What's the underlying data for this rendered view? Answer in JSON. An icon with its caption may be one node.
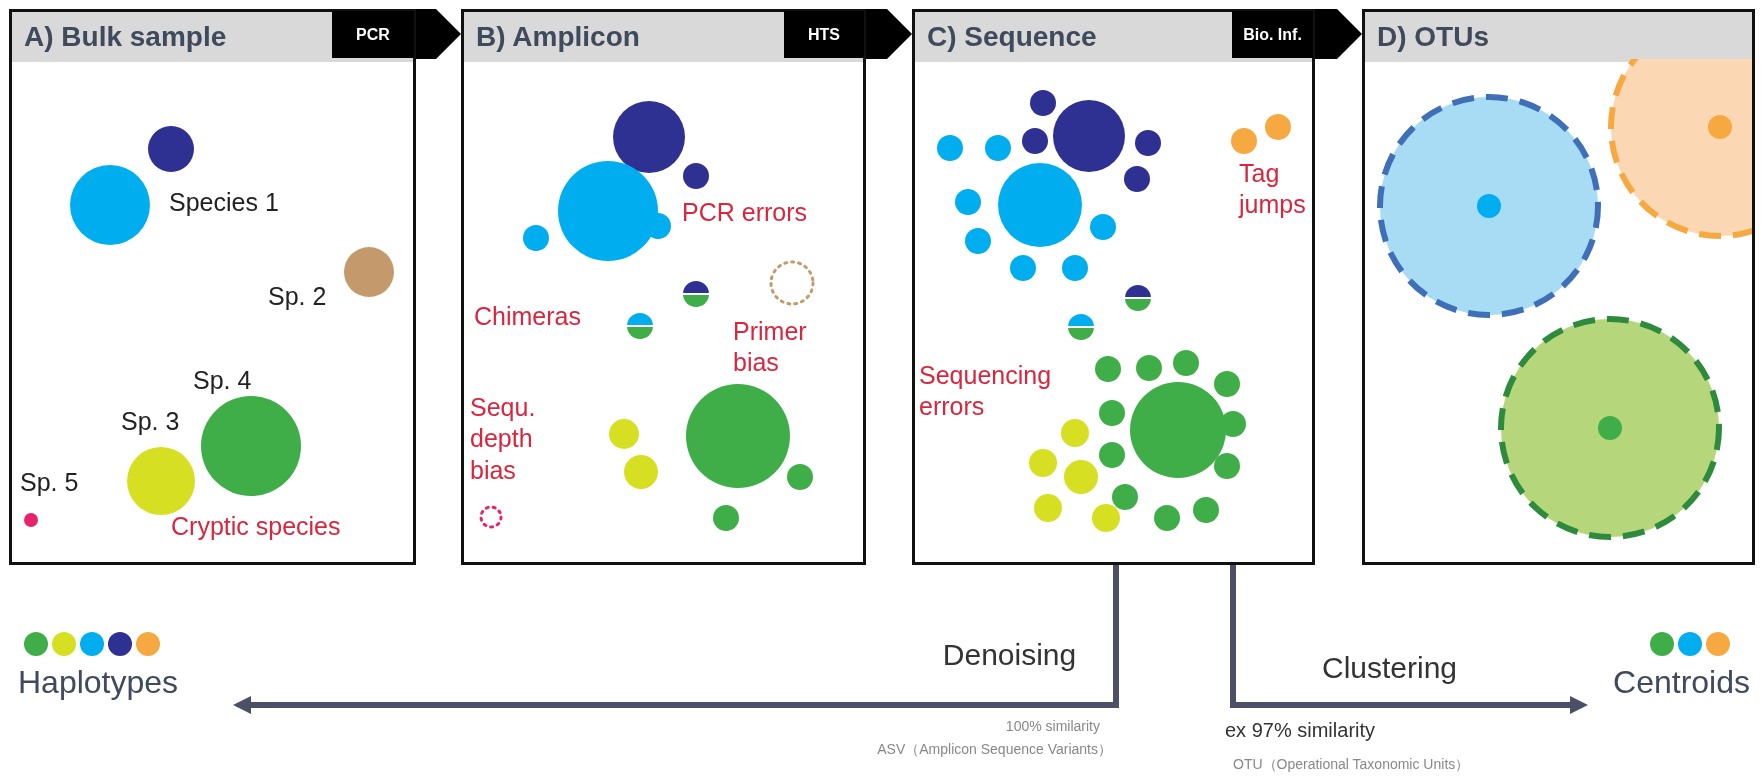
{
  "diagram": {
    "nodes": [
      {
        "text": [
          "A) Bulk sample"
        ]
      },
      {
        "text": [
          "B) Amplicon"
        ]
      },
      {
        "text": [
          "C) Sequence"
        ]
      },
      {
        "text": [
          "D) OTUs"
        ]
      },
      {
        "text": [
          "Haplotypes"
        ]
      },
      {
        "text": [
          "Centroids"
        ]
      }
    ],
    "edges": [
      {
        "from": 0,
        "to": 1,
        "arrow": "to",
        "label": "PCR"
      },
      {
        "from": 1,
        "to": 2,
        "arrow": "to",
        "label": "HTS"
      },
      {
        "from": 2,
        "to": 3,
        "arrow": "to",
        "label": "Bio. Inf."
      },
      {
        "from": 2,
        "to": 4,
        "arrow": "to",
        "label": "Denoising",
        "color": "#4b5066"
      },
      {
        "from": 2,
        "to": 5,
        "arrow": "to",
        "label": "Clustering",
        "color": "#4b5066"
      }
    ],
    "labels": [
      "Species 1",
      "Sp. 2",
      "Sp. 4",
      "Sp. 3",
      "Sp. 5",
      "Cryptic species",
      "PCR errors",
      "Chimeras",
      "Primer bias",
      "Sequ. depth bias",
      "Tag jumps",
      "Sequencing errors",
      "100% similarity",
      "ASV（Amplicon Sequence Variants）",
      "ex 97% similarity",
      "OTU（Operational Taxonomic Units）"
    ]
  }
}
